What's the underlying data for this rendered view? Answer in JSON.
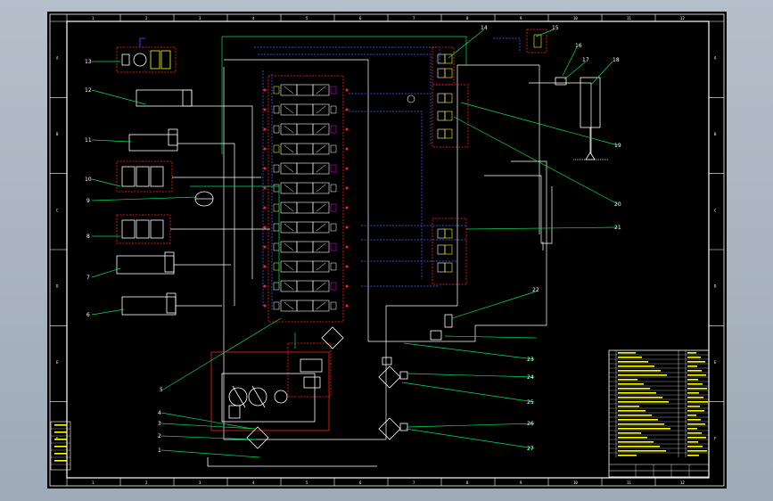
{
  "frame": {
    "cols_top": [
      "1",
      "2",
      "3",
      "4",
      "5",
      "6",
      "7",
      "8",
      "9",
      "10",
      "11",
      "12"
    ],
    "rows_left": [
      "A",
      "B",
      "C",
      "D",
      "E",
      "F"
    ],
    "colors": {
      "sheet": "#000000",
      "border": "#ffffff",
      "line": "#ffffff",
      "hydraulic": "#3b6bff",
      "signal": "#00e060",
      "highlight": "#ff2020",
      "valve": "#ffff00",
      "accent": "#ff00ff"
    }
  },
  "callouts": [
    {
      "id": "13",
      "text": "13"
    },
    {
      "id": "12",
      "text": "12"
    },
    {
      "id": "11",
      "text": "11"
    },
    {
      "id": "10",
      "text": "10"
    },
    {
      "id": "9",
      "text": "9"
    },
    {
      "id": "8",
      "text": "8"
    },
    {
      "id": "7",
      "text": "7"
    },
    {
      "id": "6",
      "text": "6"
    },
    {
      "id": "5",
      "text": "5"
    },
    {
      "id": "4",
      "text": "4"
    },
    {
      "id": "3",
      "text": "3"
    },
    {
      "id": "2",
      "text": "2"
    },
    {
      "id": "1",
      "text": "1"
    },
    {
      "id": "14",
      "text": "14"
    },
    {
      "id": "15",
      "text": "15"
    },
    {
      "id": "16",
      "text": "16"
    },
    {
      "id": "17",
      "text": "17"
    },
    {
      "id": "18",
      "text": "18"
    },
    {
      "id": "19",
      "text": "19"
    },
    {
      "id": "20",
      "text": "20"
    },
    {
      "id": "21",
      "text": "21"
    },
    {
      "id": "22",
      "text": "22"
    },
    {
      "id": "23",
      "text": "23"
    },
    {
      "id": "24",
      "text": "24"
    },
    {
      "id": "25",
      "text": "25"
    },
    {
      "id": "26",
      "text": "26"
    },
    {
      "id": "27",
      "text": "27"
    }
  ]
}
